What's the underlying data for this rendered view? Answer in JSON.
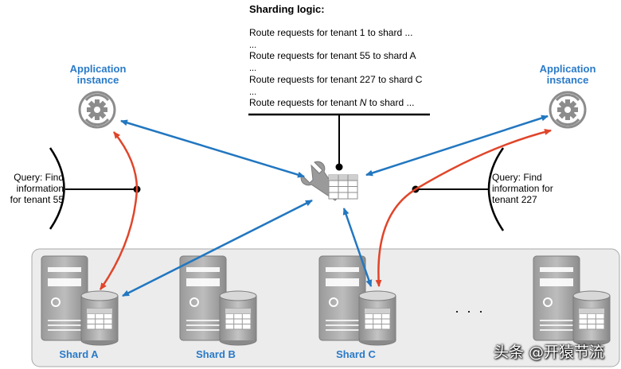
{
  "sharding": {
    "title": "Sharding logic:",
    "lines": [
      "Route requests for tenant 1 to shard ...",
      "...",
      "Route requests for tenant 55 to shard A",
      "...",
      "Route requests for tenant 227 to shard C",
      "...",
      "Route requests for tenant "
    ],
    "last_var": "N",
    "last_suffix": " to shard ..."
  },
  "apps": {
    "left": {
      "line1": "Application",
      "line2": "instance"
    },
    "right": {
      "line1": "Application",
      "line2": "instance"
    }
  },
  "queries": {
    "left": {
      "line1": "Query: Find",
      "line2": "information",
      "line3": "for tenant 55"
    },
    "right": {
      "line1": "Query: Find",
      "line2": "information for",
      "line3": "tenant 227"
    }
  },
  "shards": [
    "Shard A",
    "Shard B",
    "Shard C"
  ],
  "ellipsis": "· · ·",
  "watermark": "头条 @开猿节流",
  "colors": {
    "blue_arrow": "#2277c0",
    "red_arrow": "#e0452a",
    "label_blue": "#2a7ac8",
    "panel": "#ececec"
  }
}
